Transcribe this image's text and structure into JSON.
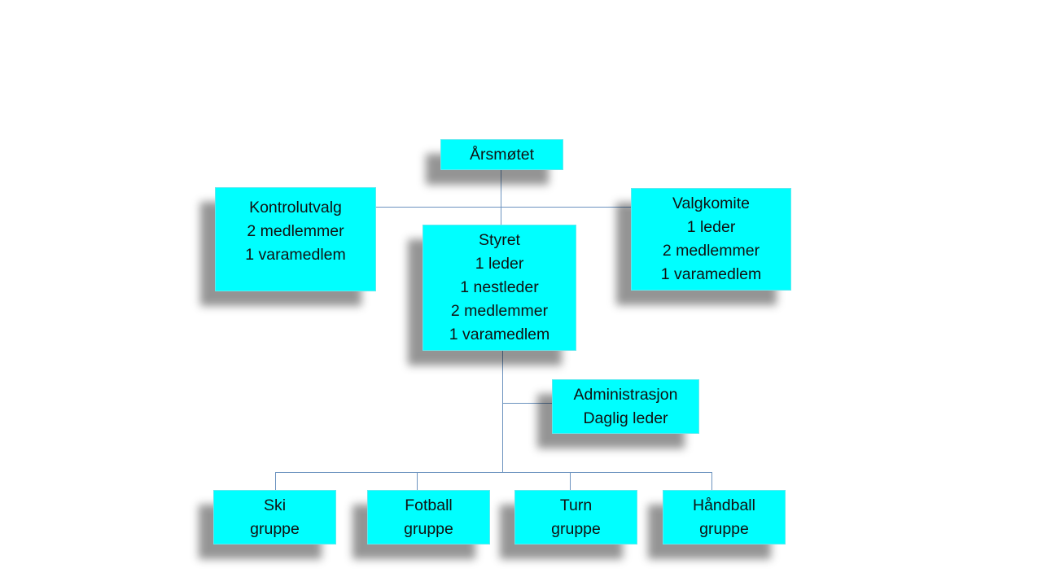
{
  "diagram": {
    "colors": {
      "box_fill": "#00ffff",
      "connector": "#6c93bf",
      "text": "#111111"
    },
    "nodes": {
      "arsmotet": {
        "lines": [
          "Årsmøtet"
        ]
      },
      "kontrolutvalg": {
        "lines": [
          "Kontrolutvalg",
          "2 medlemmer",
          "1 varamedlem"
        ]
      },
      "valgkomite": {
        "lines": [
          "Valgkomite",
          "1 leder",
          "2 medlemmer",
          "1 varamedlem"
        ]
      },
      "styret": {
        "lines": [
          "Styret",
          "1 leder",
          "1 nestleder",
          "2 medlemmer",
          "1 varamedlem"
        ]
      },
      "administrasjon": {
        "lines": [
          "Administrasjon",
          "Daglig leder"
        ]
      },
      "ski": {
        "lines": [
          "Ski",
          "gruppe"
        ]
      },
      "fotball": {
        "lines": [
          "Fotball",
          "gruppe"
        ]
      },
      "turn": {
        "lines": [
          "Turn",
          "gruppe"
        ]
      },
      "handball": {
        "lines": [
          "Håndball",
          "gruppe"
        ]
      }
    }
  }
}
